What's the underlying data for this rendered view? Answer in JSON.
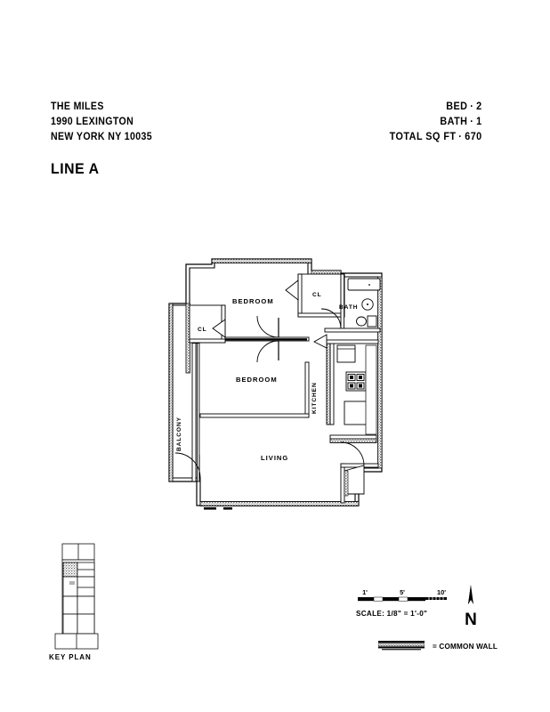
{
  "header": {
    "building_name": "THE MILES",
    "street_address": "1990 LEXINGTON",
    "city_state_zip": "NEW YORK NY 10035",
    "line_designation": "LINE A",
    "specs": [
      {
        "label": "BED",
        "separator": "·",
        "value": "2"
      },
      {
        "label": "BATH",
        "separator": "·",
        "value": "1"
      },
      {
        "label": "TOTAL SQ FT",
        "separator": "·",
        "value": "670"
      }
    ]
  },
  "floorplan": {
    "rooms": [
      {
        "id": "bedroom-1",
        "label": "BEDROOM"
      },
      {
        "id": "bedroom-2",
        "label": "BEDROOM"
      },
      {
        "id": "living",
        "label": "LIVING"
      },
      {
        "id": "kitchen",
        "label": "KITCHEN"
      },
      {
        "id": "bath",
        "label": "BATH"
      },
      {
        "id": "balcony",
        "label": "BALCONY"
      },
      {
        "id": "closet-1",
        "label": "CL"
      },
      {
        "id": "closet-2",
        "label": "CL"
      }
    ]
  },
  "keyplan": {
    "caption": "KEY PLAN"
  },
  "scale": {
    "tick_1": "1'",
    "tick_5": "5'",
    "tick_10": "10'",
    "caption": "SCALE: 1/8\" = 1'-0\""
  },
  "compass": {
    "letter": "N"
  },
  "legend": {
    "common_wall": "= COMMON WALL"
  },
  "colors": {
    "ink": "#000000",
    "paper": "#ffffff",
    "hatch": "#555555"
  }
}
